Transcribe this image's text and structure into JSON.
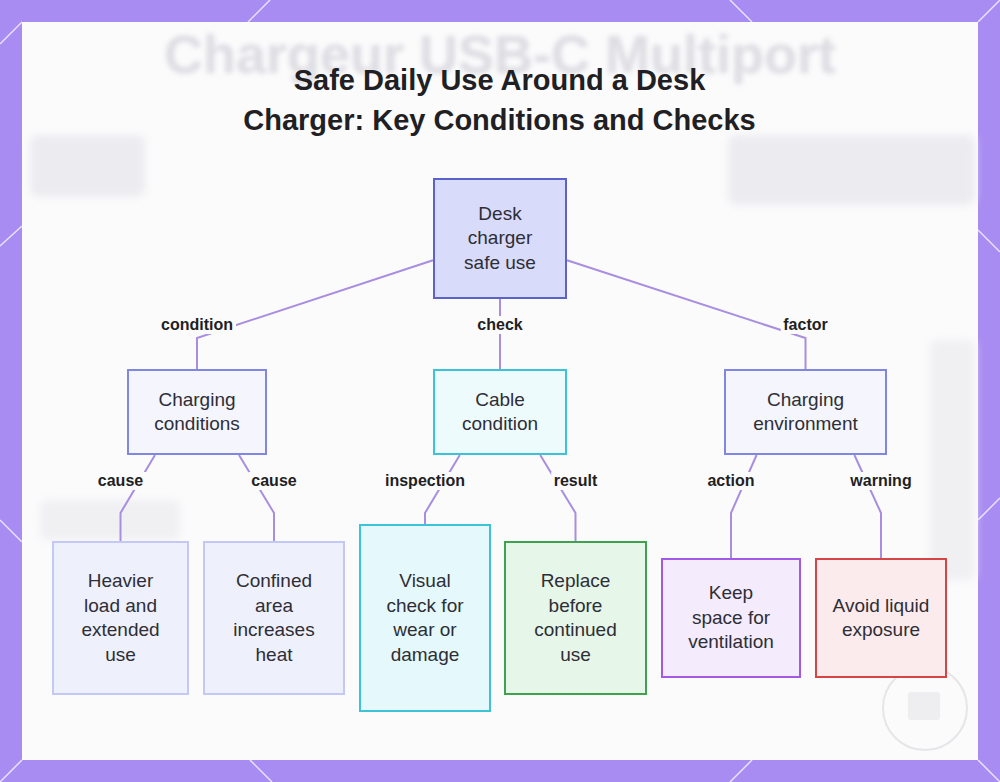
{
  "diagram": {
    "title": "Safe Daily Use Around a Desk Charger: Key Conditions and Checks",
    "nodes": [
      {
        "text": [
          "Desk charger safe use"
        ]
      },
      {
        "text": [
          "Charging conditions"
        ]
      },
      {
        "text": [
          "Cable condition"
        ]
      },
      {
        "text": [
          "Charging environment"
        ]
      },
      {
        "text": [
          "Heavier load and extended use"
        ]
      },
      {
        "text": [
          "Confined area increases heat"
        ]
      },
      {
        "text": [
          "Visual check for wear or damage"
        ]
      },
      {
        "text": [
          "Replace before continued use"
        ]
      },
      {
        "text": [
          "Keep space for ventilation"
        ]
      },
      {
        "text": [
          "Avoid liquid exposure"
        ]
      }
    ],
    "edges": [
      {
        "from": 0,
        "to": 1,
        "label": "condition",
        "arrow": "none"
      },
      {
        "from": 0,
        "to": 2,
        "label": "check",
        "arrow": "none"
      },
      {
        "from": 0,
        "to": 3,
        "label": "factor",
        "arrow": "none"
      },
      {
        "from": 1,
        "to": 4,
        "label": "cause",
        "arrow": "none"
      },
      {
        "from": 1,
        "to": 5,
        "label": "cause",
        "arrow": "none"
      },
      {
        "from": 2,
        "to": 6,
        "label": "inspection",
        "arrow": "none"
      },
      {
        "from": 2,
        "to": 7,
        "label": "result",
        "arrow": "none"
      },
      {
        "from": 3,
        "to": 8,
        "label": "action",
        "arrow": "none"
      },
      {
        "from": 3,
        "to": 9,
        "label": "warning",
        "arrow": "none"
      }
    ],
    "labels": [
      "Chargeur USB-C Multiport"
    ]
  }
}
